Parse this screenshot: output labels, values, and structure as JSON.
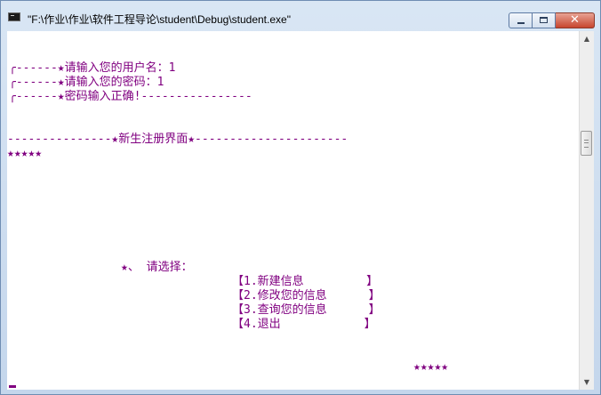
{
  "window": {
    "title": "\"F:\\作业\\作业\\软件工程导论\\student\\Debug\\student.exe\"",
    "close_glyph": "✕",
    "text_color": "#800080"
  },
  "console": {
    "lines": [
      "╭------★请输入您的用户名：1",
      "╭------★请输入您的密码：1",
      "╭------★密码输入正确!----------------",
      "---------------★新生注册界面★----------------------",
      "★★★★★",
      "★、 请选择：",
      "【1.新建信息         】",
      "【2.修改您的信息      】",
      "【3.查询您的信息      】",
      "【4.退出            】",
      "★★★★★"
    ]
  },
  "scrollbar": {
    "up_glyph": "▲",
    "down_glyph": "▼"
  }
}
